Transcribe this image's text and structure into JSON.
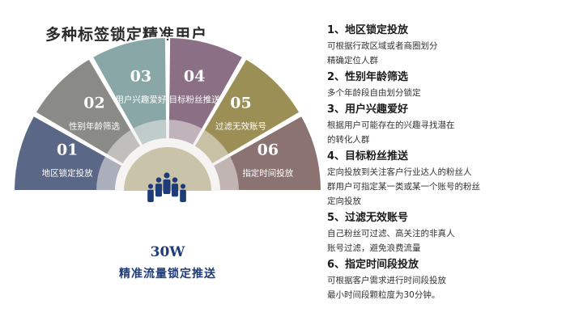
{
  "title": "多种标签锁定精准用户",
  "center": {
    "big": "30W",
    "sub": "精准流量锁定推送"
  },
  "icons": {
    "center": "people-group-icon"
  },
  "colors": {
    "seg1": "#5b6786",
    "seg2": "#8a8a86",
    "seg3": "#8aa7a8",
    "seg4": "#8a6f85",
    "seg5": "#9b8f56",
    "seg6": "#8b7371",
    "ring": "#ecebe7",
    "inner": "#c9c3aa",
    "center_text": "#1f3c7a"
  },
  "segments": [
    {
      "num": "01",
      "label": "地区锁定投放"
    },
    {
      "num": "02",
      "label": "性别年龄筛选"
    },
    {
      "num": "03",
      "label": "用户兴趣爱好"
    },
    {
      "num": "04",
      "label": "目标粉丝推送"
    },
    {
      "num": "05",
      "label": "过滤无效账号"
    },
    {
      "num": "06",
      "label": "指定时间投放"
    }
  ],
  "items": [
    {
      "head": "1、地区锁定投放",
      "desc": "可根据行政区域或者商圈划分\n精确定位人群"
    },
    {
      "head": "2、性别年龄筛选",
      "desc": "多个年龄段自由划分锁定"
    },
    {
      "head": "3、用户兴趣爱好",
      "desc": "根据用户可能存在的兴趣寻找潜在\n的转化人群"
    },
    {
      "head": "4、目标粉丝推送",
      "desc": "定向投放到关注客户行业达人的粉丝人\n群用户可指定某一类或某一个账号的粉丝\n定向投放"
    },
    {
      "head": "5、过滤无效账号",
      "desc": "自己粉丝可过滤、高关注的非真人\n账号过滤，避免浪费流量"
    },
    {
      "head": "6、指定时间段投放",
      "desc": "可根据客户需求进行时间段投放\n最小时间段颗粒度为30分钟。"
    }
  ]
}
